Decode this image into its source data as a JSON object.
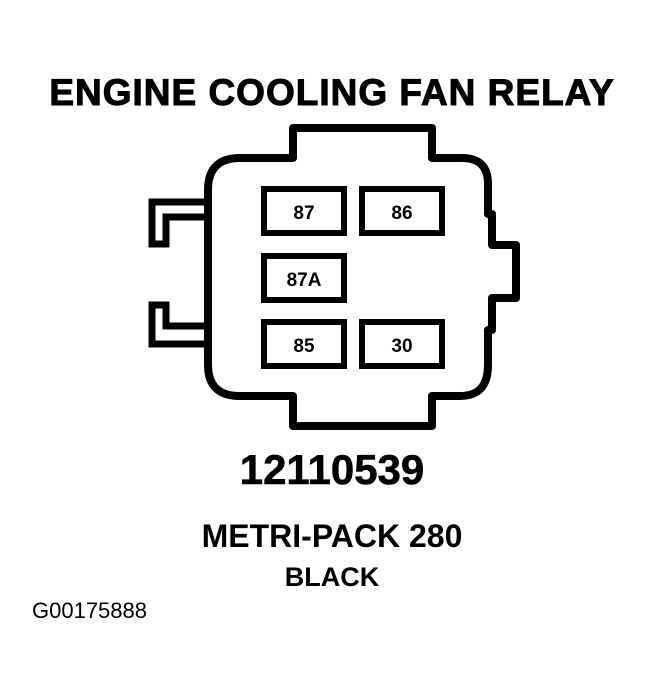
{
  "title": "ENGINE COOLING FAN RELAY",
  "terminals": [
    "87",
    "86",
    "87A",
    "85",
    "30"
  ],
  "part_number": "12110539",
  "connector_type": "METRI-PACK 280",
  "color": "BLACK",
  "figure_id": "G00175888"
}
